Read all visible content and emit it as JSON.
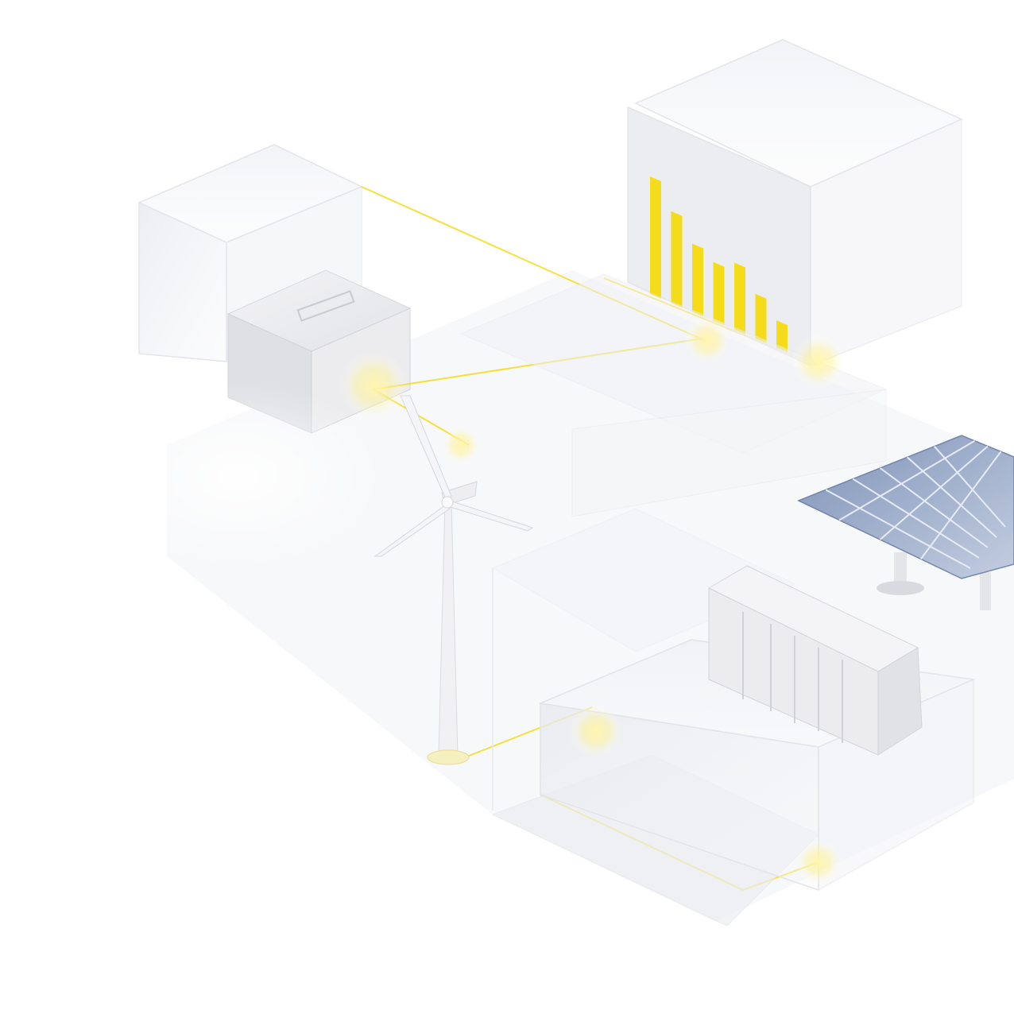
{
  "scene": {
    "kind": "isometric-energy-illustration",
    "colors": {
      "background": "#ffffff",
      "accent": "#f5dc1a",
      "glass_edge": "#e6e8ee",
      "glass_fill": "#f3f4f7",
      "solar_panel": "#9fb0d0",
      "device_body": "#f2f2f4"
    },
    "chart": {
      "bar_levels": [
        1.0,
        0.78,
        0.58,
        0.5,
        0.57,
        0.38,
        0.23
      ]
    },
    "icons": [
      "wind-turbine-icon",
      "solar-panel-icon",
      "battery-container-icon",
      "inverter-box-icon",
      "bar-chart-icon"
    ]
  }
}
